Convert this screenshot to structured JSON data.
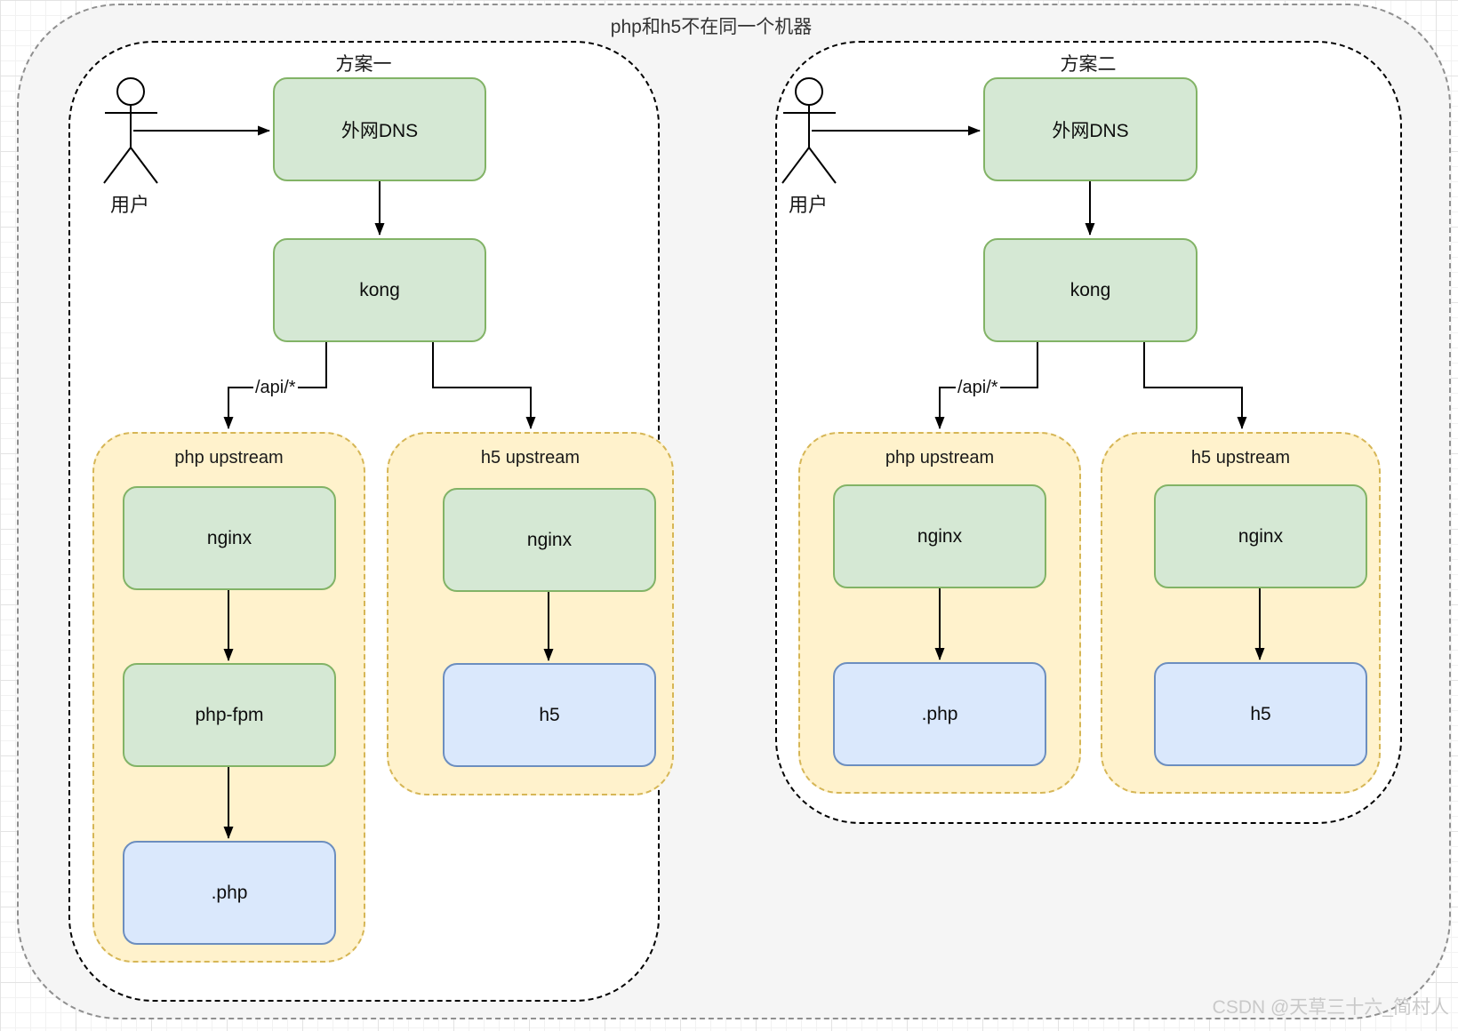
{
  "diagram": {
    "title": "php和h5不在同一个机器",
    "watermark": "CSDN @天草三十六_简村人",
    "colors": {
      "node_green_fill": "#d5e8d4",
      "node_green_stroke": "#82b366",
      "node_blue_fill": "#dae8fc",
      "node_blue_stroke": "#6c8ebf",
      "group_yellow_fill": "#fff2cc",
      "group_yellow_stroke": "#d6b656",
      "outer_fill": "#f5f5f5",
      "outer_stroke": "#8f8f8f",
      "scheme_stroke": "#000000"
    },
    "schemes": [
      {
        "title": "方案一",
        "actor": "用户",
        "dns": "外网DNS",
        "gateway": "kong",
        "route_label": "/api/*",
        "upstreams": [
          {
            "title": "php upstream",
            "nodes": [
              "nginx",
              "php-fpm",
              ".php"
            ]
          },
          {
            "title": "h5 upstream",
            "nodes": [
              "nginx",
              "h5"
            ]
          }
        ]
      },
      {
        "title": "方案二",
        "actor": "用户",
        "dns": "外网DNS",
        "gateway": "kong",
        "route_label": "/api/*",
        "upstreams": [
          {
            "title": "php upstream",
            "nodes": [
              "nginx",
              ".php"
            ]
          },
          {
            "title": "h5 upstream",
            "nodes": [
              "nginx",
              "h5"
            ]
          }
        ]
      }
    ]
  }
}
